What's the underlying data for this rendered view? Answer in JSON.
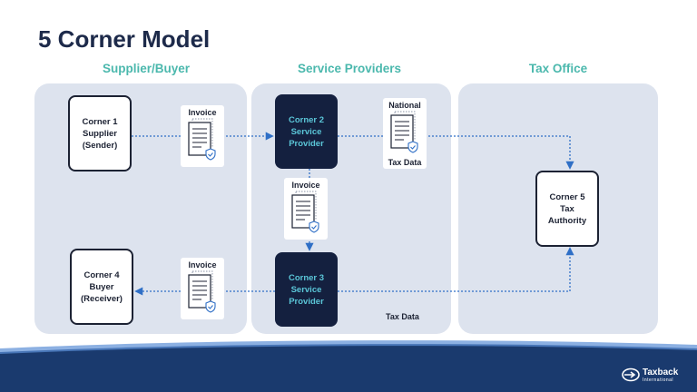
{
  "title": "5 Corner Model",
  "columns": [
    {
      "label": "Supplier/Buyer"
    },
    {
      "label": "Service Providers"
    },
    {
      "label": "Tax Office"
    }
  ],
  "corners": {
    "c1": [
      "Corner 1",
      "Supplier",
      "(Sender)"
    ],
    "c2": [
      "Corner 2",
      "Service",
      "Provider"
    ],
    "c3": [
      "Corner 3",
      "Service",
      "Provider"
    ],
    "c4": [
      "Corner 4",
      "Buyer",
      "(Receiver)"
    ],
    "c5": [
      "Corner 5",
      "Tax",
      "Authority"
    ]
  },
  "documents": {
    "invoice_top": "Invoice",
    "invoice_middle": "Invoice",
    "invoice_bottom": "Invoice",
    "national": "National"
  },
  "labels": {
    "tax_data_top": "Tax Data",
    "tax_data_bottom": "Tax Data"
  },
  "colors": {
    "accent": "#4bb8ad",
    "arrow": "#2f6fc6",
    "dark_node": "#14203f",
    "panel": "#dde3ee",
    "footer": "#1a3a6e"
  },
  "logo": {
    "name": "Taxback",
    "sub": "International"
  }
}
